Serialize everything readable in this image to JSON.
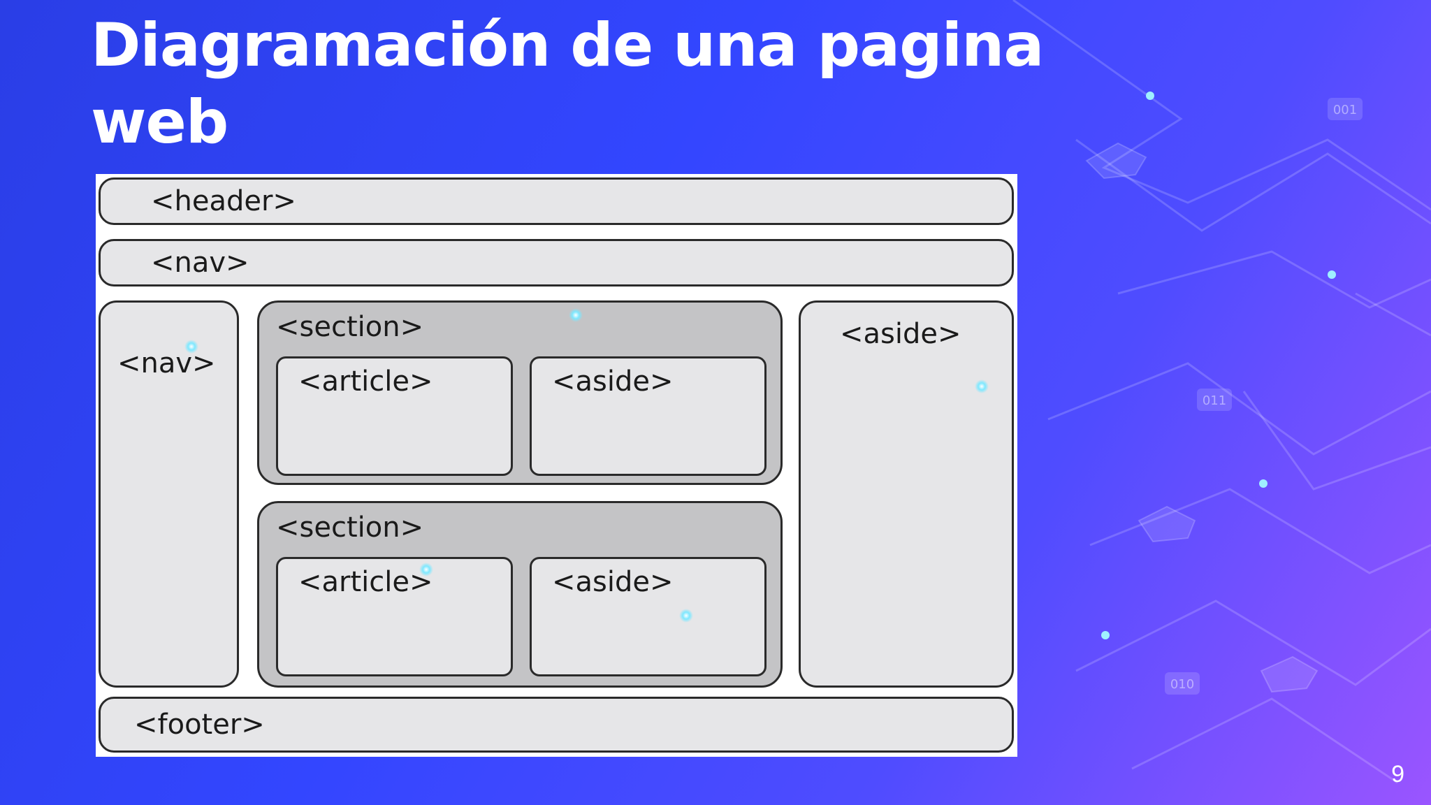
{
  "slide": {
    "title": "Diagramación de una pagina web",
    "page_number": "9"
  },
  "diagram": {
    "header": "<header>",
    "top_nav": "<nav>",
    "side_nav": "<nav>",
    "section_1": {
      "label": "<section>",
      "article": "<article>",
      "aside": "<aside>"
    },
    "section_2": {
      "label": "<section>",
      "article": "<article>",
      "aside": "<aside>"
    },
    "right_aside": "<aside>",
    "footer": "<footer>"
  },
  "decor": {
    "binary_tags": [
      "001",
      "011",
      "010"
    ]
  },
  "colors": {
    "background_start": "#2a3ee6",
    "background_end": "#9a55ff",
    "title": "#ffffff",
    "panel_light": "#e6e6e8",
    "panel_dark": "#c4c4c6"
  }
}
